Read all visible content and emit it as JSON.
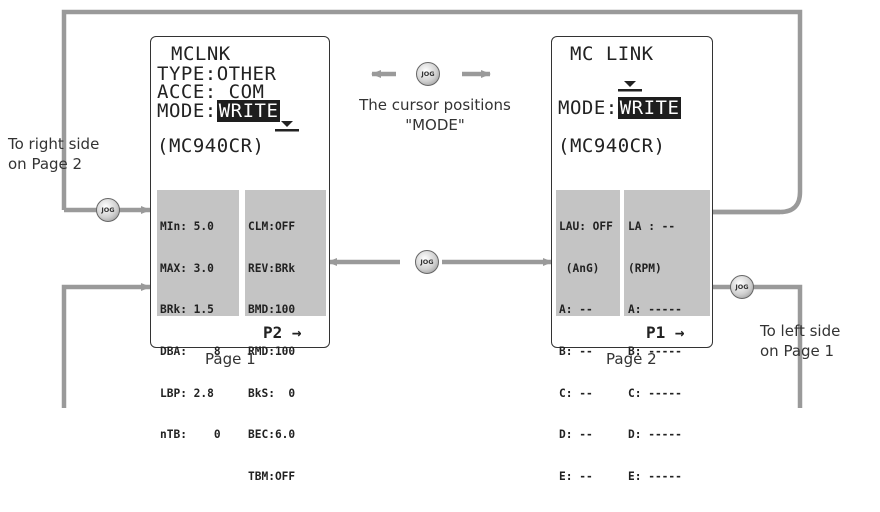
{
  "jog_label": "JOG",
  "cursor_note": {
    "line1": "The cursor positions",
    "line2": "\"MODE\""
  },
  "note_left": {
    "line1": "To right side",
    "line2": "on Page 2"
  },
  "note_right": {
    "line1": "To left side",
    "line2": "on Page 1"
  },
  "page1": {
    "caption": "Page 1",
    "title": "MCLNK",
    "type_label": "TYPE:",
    "type_value": "OTHER",
    "acce_label": "ACCE:",
    "acce_value": " COM",
    "mode_label": "MODE:",
    "mode_value": "WRITE",
    "model": "(MC940CR)",
    "left_rows": [
      "MIn: 5.0",
      "MAX: 3.0",
      "BRk: 1.5",
      "DBA:    8",
      "LBP: 2.8",
      "nTB:    0"
    ],
    "right_rows": [
      "CLM:OFF",
      "REV:BRk",
      "BMD:100",
      "RMD:100",
      "BkS:  0",
      "BEC:6.0",
      "TBM:OFF"
    ],
    "nav": "P2 →"
  },
  "page2": {
    "caption": "Page 2",
    "title": "MC LINK",
    "mode_label": "MODE:",
    "mode_value": "WRITE",
    "model": "(MC940CR)",
    "left_rows": [
      "LAU: OFF",
      " (AnG)",
      "A: --",
      "B: --",
      "C: --",
      "D: --",
      "E: --"
    ],
    "right_rows": [
      "LA : --",
      "(RPM)",
      "A: -----",
      "B: -----",
      "C: -----",
      "D: -----",
      "E: -----"
    ],
    "nav": "P1 →"
  }
}
